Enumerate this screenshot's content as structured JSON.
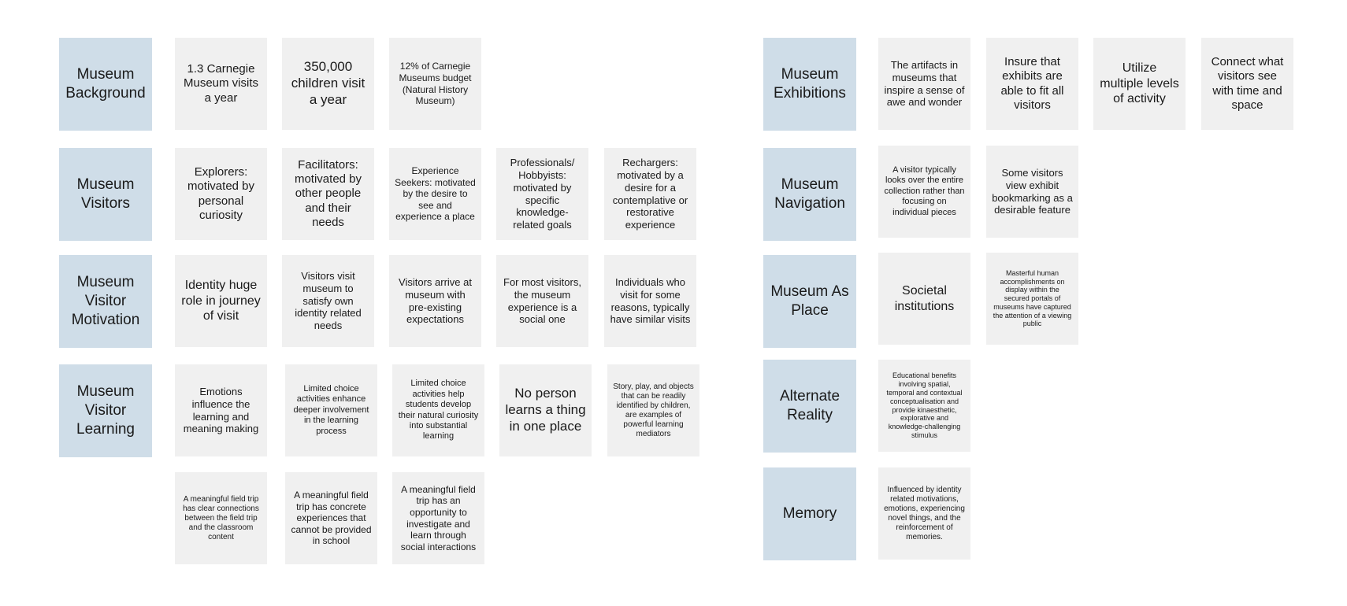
{
  "left_board": {
    "background": {
      "header": "Museum Background",
      "notes": [
        "1.3 Carnegie Museum visits a year",
        "350,000 children visit a year",
        "12% of Carnegie Museums budget (Natural History Museum)"
      ]
    },
    "visitors": {
      "header": "Museum Visitors",
      "notes": [
        "Explorers: motivated by personal curiosity",
        "Facilitators: motivated by other people and their needs",
        "Experience Seekers: motivated by the desire to see and experience a place",
        "Professionals/ Hobbyists: motivated by specific knowledge-related goals",
        "Rechargers: motivated by a desire for a contemplative or restorative experience"
      ]
    },
    "motivation": {
      "header": "Museum Visitor Motivation",
      "notes": [
        "Identity huge role in journey of visit",
        "Visitors visit museum to satisfy own identity related needs",
        "Visitors arrive at museum with pre-existing expectations",
        "For most visitors, the museum experience is a social one",
        "Individuals who visit for some reasons, typically have similar visits"
      ]
    },
    "learning": {
      "header": "Museum Visitor Learning",
      "notes": [
        "Emotions influence the learning and meaning making",
        "Limited choice activities enhance deeper involvement in the learning process",
        "Limited choice activities help students develop their natural curiosity into substantial learning",
        "No person learns a thing in one place",
        "Story, play, and objects that can be readily identified by children, are examples of powerful learning mediators"
      ],
      "extra_notes": [
        "A meaningful field trip has clear connections between the field trip and the classroom content",
        "A meaningful field trip has concrete experiences that cannot be provided in school",
        "A meaningful field trip has an opportunity to investigate and learn through social interactions"
      ]
    }
  },
  "right_board": {
    "exhibitions": {
      "header": "Museum Exhibitions",
      "notes": [
        "The artifacts in museums that inspire a sense of awe and wonder",
        "Insure that exhibits are able to fit all visitors",
        "Utilize multiple levels of activity",
        "Connect what visitors see with time and space"
      ]
    },
    "navigation": {
      "header": "Museum Navigation",
      "notes": [
        "A visitor typically looks over the entire collection rather than focusing on individual pieces",
        "Some visitors view exhibit bookmarking as a desirable feature"
      ]
    },
    "place": {
      "header": "Museum As Place",
      "notes": [
        "Societal institutions",
        "Masterful human accomplishments on display within the secured portals of museums have captured the attention of a viewing public"
      ]
    },
    "alternate": {
      "header": "Alternate Reality",
      "notes": [
        "Educational benefits involving spatial, temporal and contextual conceptualisation and provide kinaesthetic, explorative and knowledge-challenging stimulus"
      ]
    },
    "memory": {
      "header": "Memory",
      "notes": [
        "Influenced by identity related motivations, emotions, experiencing novel things, and the reinforcement of memories."
      ]
    }
  },
  "colors": {
    "header_fill": "#cfdde8",
    "note_fill": "#f0f0f0",
    "text": "#1a1a1a"
  }
}
